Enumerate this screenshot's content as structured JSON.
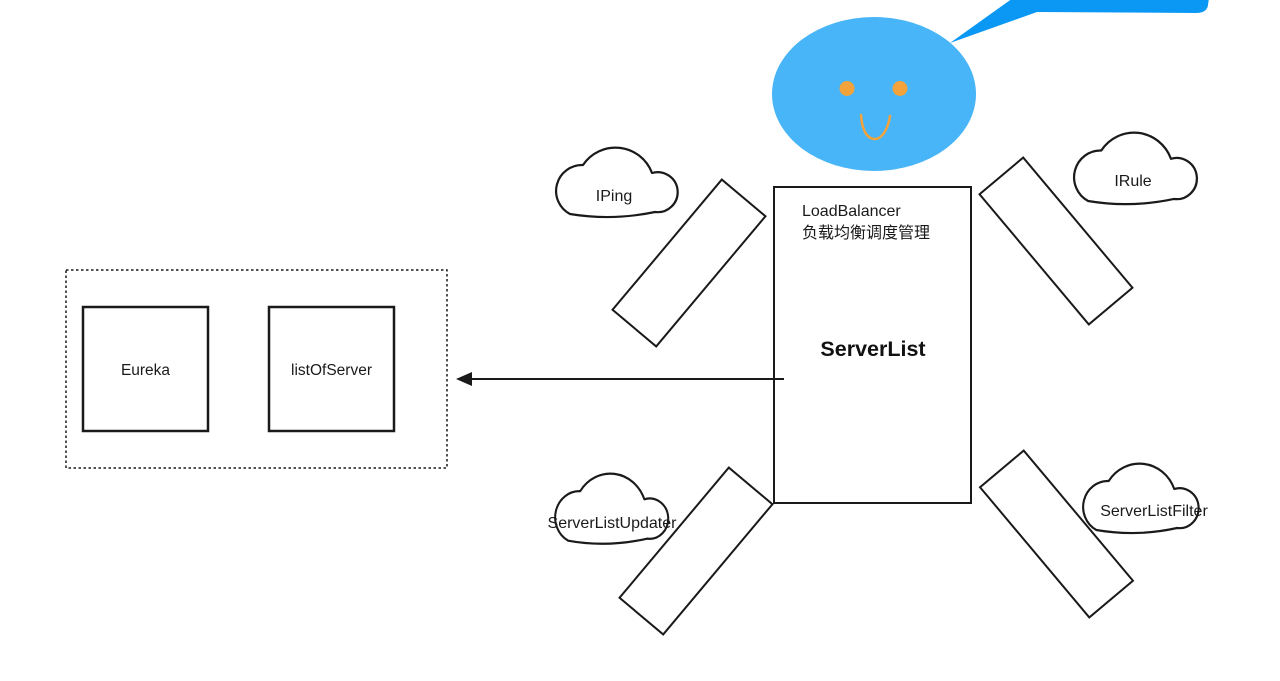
{
  "colors": {
    "speech_bubble_blue": "#0b98f5",
    "head_blue": "#47b5f8",
    "face_orange": "#f2a33c",
    "title_red": "#fb453c",
    "ink": "#1a1a1a"
  },
  "robot": {
    "body": {
      "title": "LoadBalancer",
      "subtitle_zh": "负载均衡调度管理",
      "label": "ServerList"
    },
    "clouds": {
      "top_left": {
        "label": "IPing"
      },
      "top_right": {
        "label": "IRule"
      },
      "bottom_left": {
        "label": "ServerListUpdater"
      },
      "bottom_right": {
        "label": "ServerListFilter"
      }
    }
  },
  "registry": {
    "boxes": [
      {
        "label": "Eureka"
      },
      {
        "label": "listOfServer"
      }
    ]
  }
}
